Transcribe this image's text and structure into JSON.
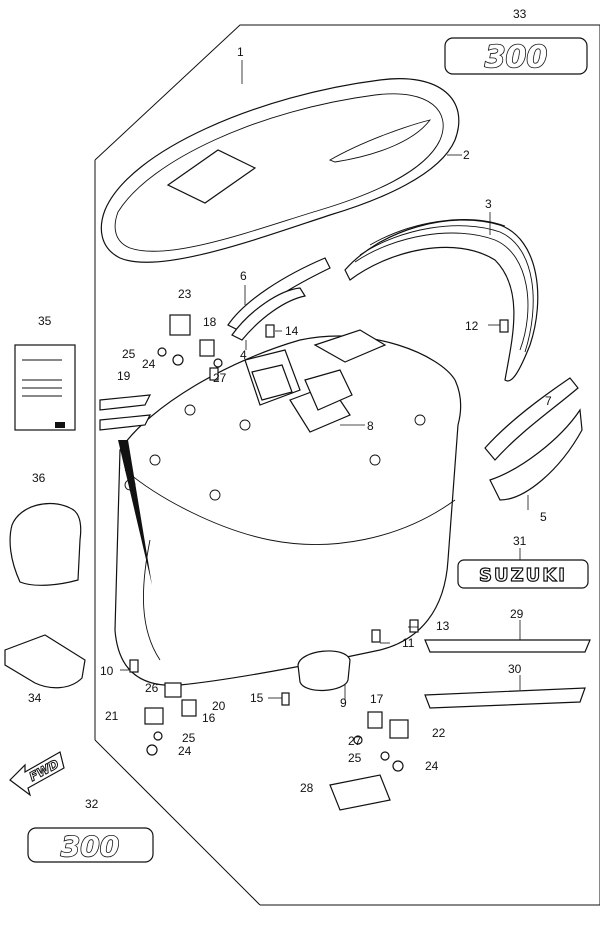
{
  "callouts": [
    "1",
    "2",
    "3",
    "4",
    "5",
    "6",
    "7",
    "8",
    "9",
    "10",
    "11",
    "12",
    "13",
    "14",
    "15",
    "16",
    "17",
    "18",
    "19",
    "20",
    "21",
    "22",
    "23",
    "24",
    "25",
    "26",
    "27",
    "28",
    "29",
    "30",
    "31",
    "32",
    "33",
    "34",
    "35",
    "36"
  ],
  "extra_callouts": {
    "c24b": "24",
    "c24c": "24",
    "c25b": "25",
    "c25c": "25",
    "c27b": "27"
  },
  "badges": {
    "top": "300",
    "bottom": "300"
  },
  "emblem": "SUZUKI",
  "direction_arrow": "FWD",
  "icons": [
    "engine-cover-icon",
    "emblem-decal-icon",
    "model-badge-icon",
    "manual-booklet-icon",
    "cover-bag-icon",
    "fwd-arrow-icon"
  ],
  "colors": {
    "line": "#111111",
    "background": "#ffffff"
  }
}
